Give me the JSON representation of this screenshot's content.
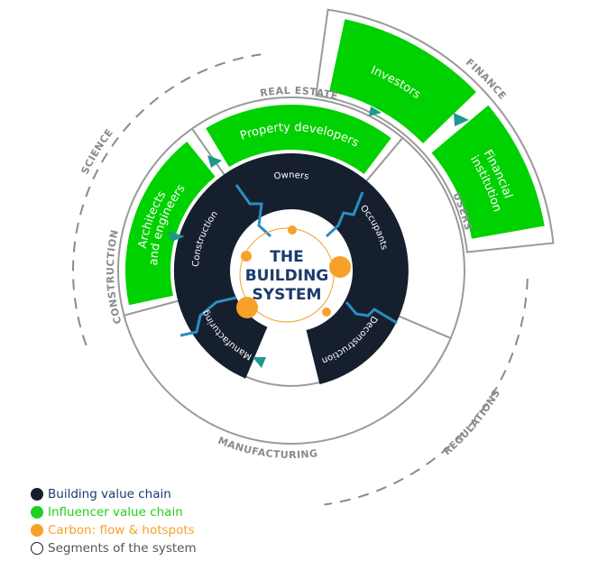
{
  "center": {
    "line1": "THE",
    "line2": "BUILDING",
    "line3": "SYSTEM"
  },
  "building_chain": [
    "Owners",
    "Occupants",
    "Deconstruction",
    "Manufacturing",
    "Construction"
  ],
  "influencers": {
    "architects_line1": "Architects",
    "architects_line2": "and engineers",
    "property": "Property developers",
    "investors": "Investors",
    "financial_line1": "Financial",
    "financial_line2": "institution"
  },
  "segments": {
    "science": "SCIENCE",
    "construction": "CONSTRUCTION",
    "real_estate": "REAL ESTATE",
    "finance": "FINANCE",
    "users": "USERS",
    "manufacturing": "MANUFACTURING",
    "regulations": "REGULATIONS"
  },
  "legend": [
    {
      "label": "Building value chain",
      "color": "#151f2e",
      "text_color": "#1b3a6b"
    },
    {
      "label": "Influencer value chain",
      "color": "#1fd11f",
      "text_color": "#1fd11f"
    },
    {
      "label": "Carbon: flow & hotspots",
      "color": "#f7a12a",
      "text_color": "#f7a12a"
    },
    {
      "label": "Segments of the system",
      "color": "#ffffff",
      "text_color": "#555555"
    }
  ],
  "colors": {
    "dark": "#151f2e",
    "green": "#00d100",
    "orange": "#f7a12a",
    "blue_line": "#2a8fc0",
    "teal_arrow": "#1a9a8a",
    "gray": "#9a9a9a"
  }
}
